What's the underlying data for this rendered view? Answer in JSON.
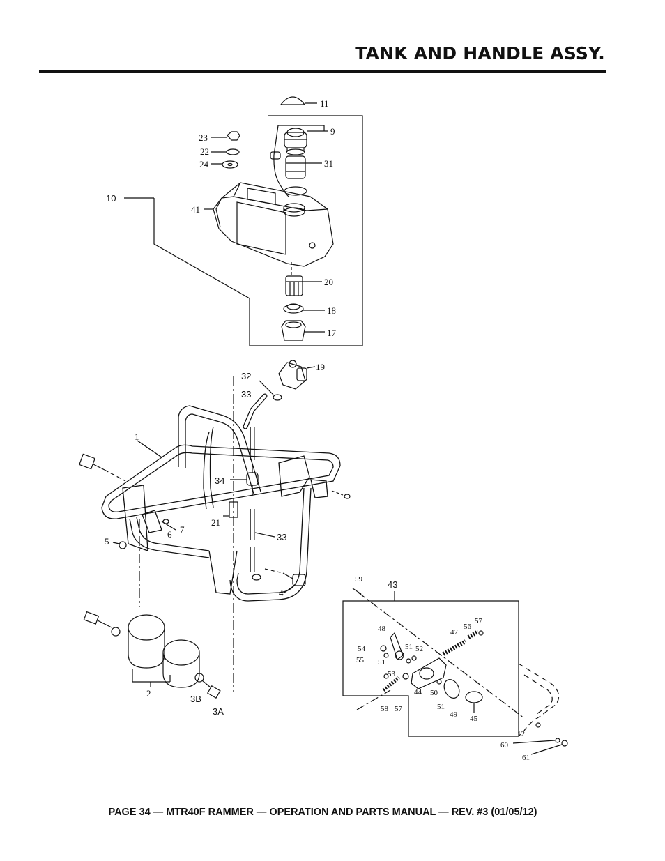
{
  "header": {
    "title": "TANK AND HANDLE ASSY."
  },
  "footer": {
    "text": "PAGE 34 — MTR40F RAMMER — OPERATION AND PARTS MANUAL — REV. #3 (01/05/12)"
  },
  "callouts": {
    "c11": "11",
    "c9": "9",
    "c23": "23",
    "c22": "22",
    "c24": "24",
    "c31": "31",
    "c10": "10",
    "c41": "41",
    "c20": "20",
    "c18": "18",
    "c17": "17",
    "c19": "19",
    "c32": "32",
    "c33a": "33",
    "c1": "1",
    "c34": "34",
    "c21": "21",
    "c6": "6",
    "c7": "7",
    "c5": "5",
    "c33b": "33",
    "c4": "4",
    "c2": "2",
    "c3B": "3B",
    "c3A": "3A",
    "c59": "59",
    "c43": "43",
    "c48": "48",
    "c54": "54",
    "c55": "55",
    "c51a": "51",
    "c51b": "51",
    "c52": "52",
    "c53": "53",
    "c47": "47",
    "c56": "56",
    "c57a": "57",
    "c44": "44",
    "c50": "50",
    "c51c": "51",
    "c49": "49",
    "c45": "45",
    "c58": "58",
    "c57b": "57",
    "c60": "60",
    "c61": "61",
    "c12": "12"
  }
}
